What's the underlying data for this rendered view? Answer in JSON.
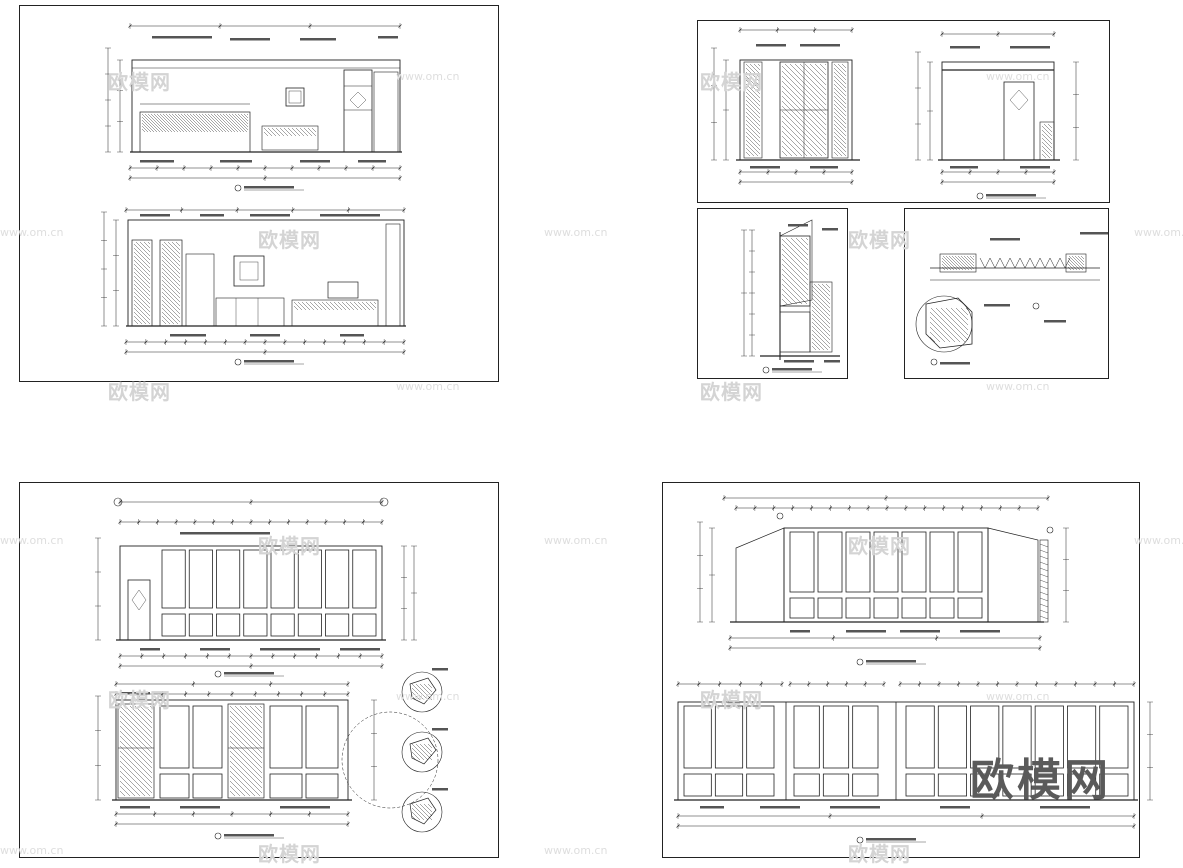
{
  "watermark": {
    "brand": "欧模网",
    "url": "www.om.cn",
    "corner_brand": "欧模网"
  },
  "colors": {
    "line": "#222222",
    "watermark": "#d4d4d4",
    "hatch": "#444444"
  }
}
